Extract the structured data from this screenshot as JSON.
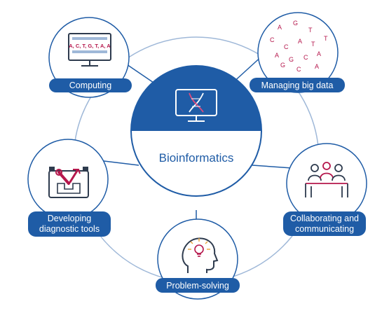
{
  "center": {
    "title": "Bioinformatics",
    "icon": "computer-dna-icon"
  },
  "nodes": {
    "computing": {
      "label": "Computing",
      "icon": "computer-sequence-icon",
      "sequence": "A, C, T, G, T, A, A"
    },
    "managing": {
      "label": "Managing big data",
      "icon": "dna-letters-icon",
      "letters": [
        "A",
        "G",
        "C",
        "T",
        "C",
        "A",
        "T",
        "T",
        "A",
        "G",
        "A",
        "C",
        "G",
        "C",
        "A"
      ]
    },
    "collaborating": {
      "label_line1": "Collaborating and",
      "label_line2": "communicating",
      "icon": "people-meeting-icon"
    },
    "problem": {
      "label": "Problem-solving",
      "icon": "head-lightbulb-icon"
    },
    "developing": {
      "label_line1": "Developing",
      "label_line2": "diagnostic tools",
      "icon": "toolbox-icon"
    }
  },
  "colors": {
    "primary": "#1f5ca6",
    "accent": "#b5174c",
    "ring": "#9fb8d8",
    "dark": "#2e3b4e"
  }
}
